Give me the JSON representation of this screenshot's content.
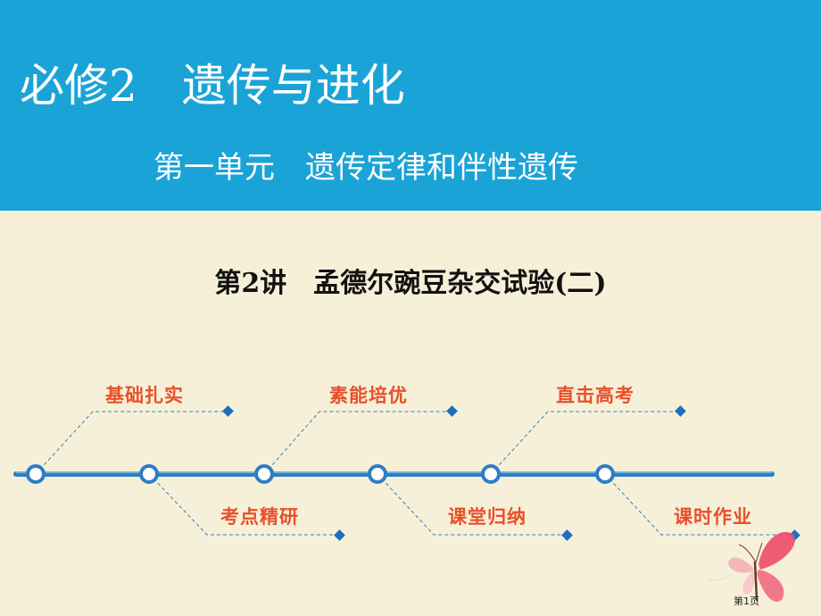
{
  "header": {
    "course_title": "必修2　遗传与进化",
    "unit_title": "第一单元　遗传定律和伴性遗传"
  },
  "lecture_title": "第2讲　孟德尔豌豆杂交试验(二)",
  "nav": {
    "top_items": [
      "基础扎实",
      "素能培优",
      "直击高考"
    ],
    "bottom_items": [
      "考点精研",
      "课堂归纳",
      "课时作业"
    ]
  },
  "footer": {
    "page_number": "第1页"
  },
  "colors": {
    "banner": "#1aa3d6",
    "background": "#f7f0d8",
    "timeline_line": "#2d7ec4",
    "label_text": "#e8502a",
    "dashed_line": "#2d7ec4"
  },
  "icons": [
    "timeline-node-icon",
    "diamond-marker-icon",
    "butterfly-icon"
  ]
}
